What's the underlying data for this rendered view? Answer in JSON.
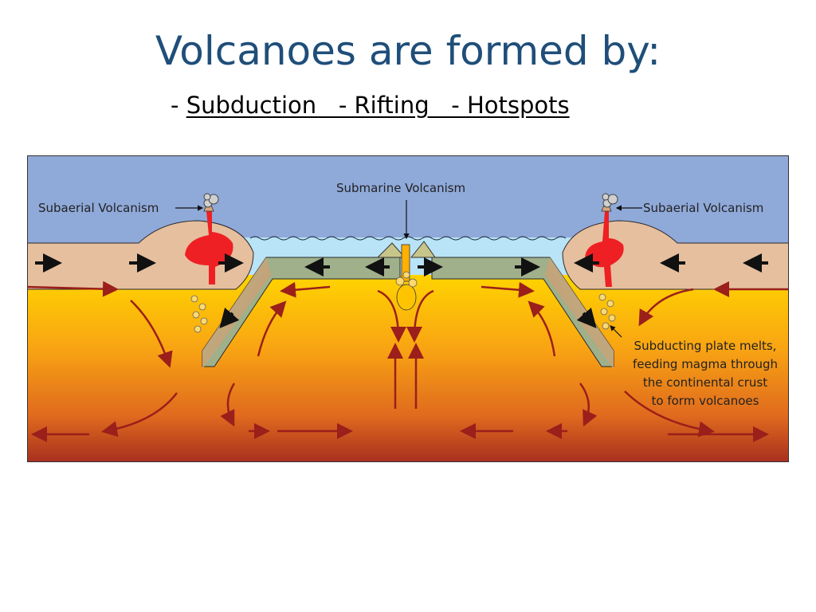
{
  "slide": {
    "title": "Volcanoes are formed by:",
    "subtitle": {
      "dash": "- ",
      "items": "Subduction   - Rifting   - Hotspots"
    }
  },
  "diagram": {
    "labels": {
      "subaerial_left": "Subaerial Volcanism",
      "subaerial_right": "Subaerial Volcanism",
      "submarine": "Submarine Volcanism",
      "subduction_note": [
        "Subducting plate melts,",
        "feeding magma through",
        "the continental crust",
        "to form volcanoes"
      ]
    },
    "colors": {
      "sky": "#8fa9d9",
      "ocean": "#b9e3f6",
      "continental_crust": "#e6bf9f",
      "oceanic_plate": "#9fb08b",
      "mantle_top": "#ffd100",
      "mantle_bottom": "#a9301f",
      "magma": "#ee2024",
      "title": "#1f4e79"
    }
  }
}
